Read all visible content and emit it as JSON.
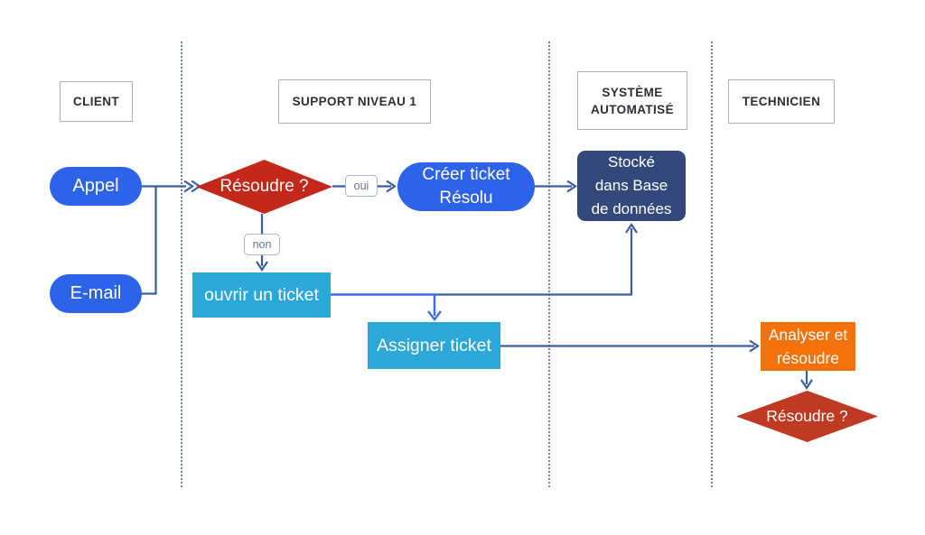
{
  "diagram": {
    "lanes": [
      {
        "label": "CLIENT"
      },
      {
        "label": "SUPPORT NIVEAU 1"
      },
      {
        "label": "SYSTÈME AUTOMATISÉ"
      },
      {
        "label": "TECHNICIEN"
      }
    ],
    "nodes": {
      "appel": {
        "label": "Appel"
      },
      "email": {
        "label": "E-mail"
      },
      "resoudre_n1": {
        "label": "Résoudre ?"
      },
      "creer_ticket": {
        "lines": [
          "Créer ticket",
          "Résolu"
        ]
      },
      "stocke_bdd": {
        "lines": [
          "Stocké",
          "dans Base",
          "de données"
        ]
      },
      "ouvrir_ticket": {
        "label": "ouvrir un ticket"
      },
      "assigner_ticket": {
        "label": "Assigner ticket"
      },
      "analyser_resoudre": {
        "lines": [
          "Analyser et",
          "résoudre"
        ]
      },
      "resoudre_tech": {
        "label": "Résoudre ?"
      }
    },
    "edges": [
      {
        "from": "appel",
        "to": "resoudre_n1",
        "label": ""
      },
      {
        "from": "email",
        "to": "resoudre_n1",
        "label": ""
      },
      {
        "from": "resoudre_n1",
        "to": "creer_ticket",
        "label": "oui"
      },
      {
        "from": "resoudre_n1",
        "to": "ouvrir_ticket",
        "label": "non"
      },
      {
        "from": "creer_ticket",
        "to": "stocke_bdd",
        "label": ""
      },
      {
        "from": "ouvrir_ticket",
        "to": "assigner_ticket",
        "label": ""
      },
      {
        "from": "ouvrir_ticket",
        "to": "stocke_bdd",
        "label": ""
      },
      {
        "from": "assigner_ticket",
        "to": "analyser_resoudre",
        "label": ""
      },
      {
        "from": "analyser_resoudre",
        "to": "resoudre_tech",
        "label": ""
      }
    ],
    "colors": {
      "pill_blue": "#2C63E9",
      "cyan": "#2BA8D7",
      "navy_box": "#33497B",
      "red_diamond": "#C4281A",
      "red_diamond_2": "#C03922",
      "orange": "#F5720A",
      "connector": "#3A5F9C",
      "connector_bright": "#3D6BE8",
      "lane_divider": "#5B6B94",
      "edge_label_text": "#64759E",
      "header_text": "#2C2F38"
    }
  }
}
